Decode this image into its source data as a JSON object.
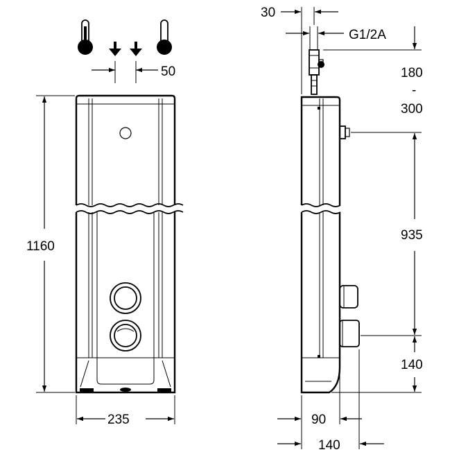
{
  "dimensions": {
    "front_height": "1160",
    "front_width": "235",
    "inlet_spacing": "50",
    "side_pipe_spacing": "30",
    "thread": "G1/2A",
    "supply_min": "180",
    "supply_dash": "-",
    "supply_max": "300",
    "outlet_to_mixer": "935",
    "mixer_height": "140",
    "depth_body": "90",
    "depth_total": "140"
  },
  "icons": {
    "cold": "thermometer-cold-icon",
    "hot": "thermometer-hot-icon",
    "inlet": "down-arrow-icon"
  }
}
